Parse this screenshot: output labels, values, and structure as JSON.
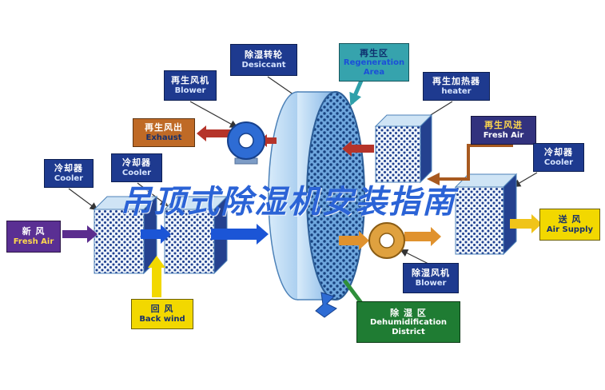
{
  "watermark": "吊顶式除湿机安装指南",
  "colors": {
    "freshAir": "#5b2d8e",
    "processAir": "#1b55d6",
    "returnAir": "#f2d800",
    "supplyAir": "#f0c419",
    "dryAir": "#e0922e",
    "regenHot": "#b5342a",
    "regenWarm": "#a85a20",
    "regenCool": "#2fa0aa",
    "dehumid": "#2f8f3a"
  },
  "labels": [
    {
      "id": "regen-blower",
      "zh": "再生风机",
      "en": "Blower"
    },
    {
      "id": "desiccant",
      "zh": "除湿转轮",
      "en": "Desiccant"
    },
    {
      "id": "regen-area",
      "zh": "再生区",
      "en": "Regeneration Area"
    },
    {
      "id": "regen-heater",
      "zh": "再生加热器",
      "en": "heater"
    },
    {
      "id": "exhaust",
      "zh": "再生风出",
      "en": "Exhaust"
    },
    {
      "id": "regen-fresh-air",
      "zh": "再生风进",
      "en": "Fresh Air"
    },
    {
      "id": "cooler-left",
      "zh": "冷却器",
      "en": "Cooler"
    },
    {
      "id": "cooler-mid",
      "zh": "冷却器",
      "en": "Cooler"
    },
    {
      "id": "cooler-right",
      "zh": "冷却器",
      "en": "Cooler"
    },
    {
      "id": "fresh-air",
      "zh": "新  风",
      "en": "Fresh Air"
    },
    {
      "id": "air-supply",
      "zh": "送  风",
      "en": "Air Supply"
    },
    {
      "id": "back-wind",
      "zh": "回    风",
      "en": "Back wind"
    },
    {
      "id": "dehumid-blower",
      "zh": "除湿风机",
      "en": "Blower"
    },
    {
      "id": "dehumid-district",
      "zh": "除  湿  区",
      "en": "Dehumidification District"
    }
  ]
}
